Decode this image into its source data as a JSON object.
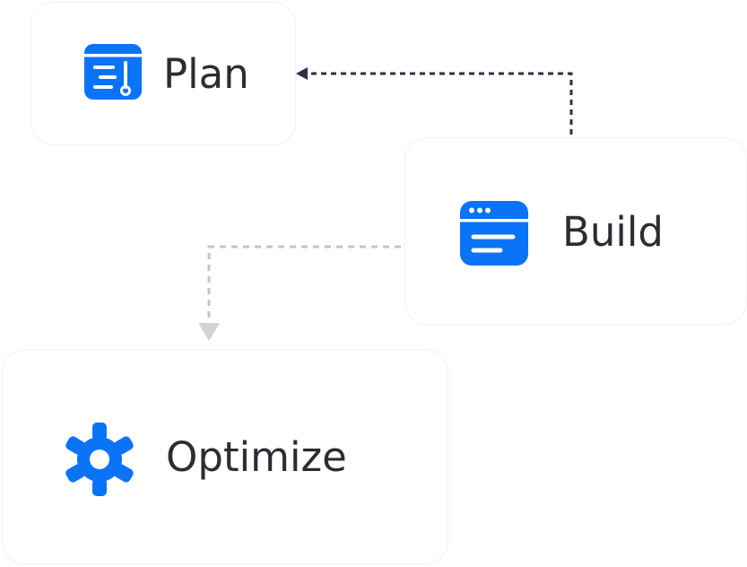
{
  "colors": {
    "accent": "#0a73f7",
    "text": "#2b2d33",
    "connector_active": "#2a3247",
    "connector_inactive": "#c8c8c8"
  },
  "steps": [
    {
      "label": "Plan",
      "icon": "roadmap-icon"
    },
    {
      "label": "Build",
      "icon": "browser-window-icon"
    },
    {
      "label": "Optimize",
      "icon": "gear-icon"
    }
  ]
}
